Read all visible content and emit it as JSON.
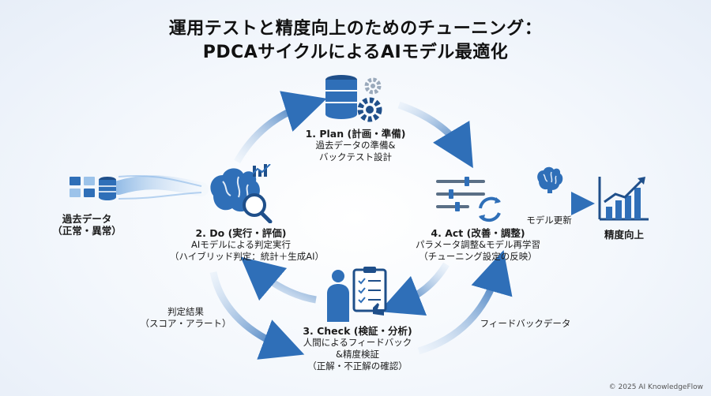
{
  "title": {
    "line1": "運用テストと精度向上のためのチューニング：",
    "line2": "PDCAサイクルによるAIモデル最適化"
  },
  "input_node": {
    "line1": "過去データ",
    "line2": "（正常・異常）"
  },
  "plan": {
    "title": "1. Plan (計画・準備)",
    "line1": "過去データの準備&",
    "line2": "バックテスト設計"
  },
  "do": {
    "title": "2. Do (実行・評価)",
    "line1": "AIモデルによる判定実行",
    "line2": "（ハイブリッド判定：統計＋生成AI）"
  },
  "check": {
    "title": "3. Check (検証・分析)",
    "line1": "人間によるフィードバック",
    "line2": "&精度検証",
    "line3": "（正解・不正解の確認）"
  },
  "act": {
    "title": "4. Act (改善・調整)",
    "line1": "パラメータ調整&モデル再学習",
    "line2": "（チューニング設定の反映）"
  },
  "edges": {
    "judgment_result": {
      "line1": "判定結果",
      "line2": "（スコア・アラート）"
    },
    "feedback_data": "フィードバックデータ",
    "model_update": "モデル更新"
  },
  "output_node": "精度向上",
  "copyright": "© 2025 AI KnowledgeFlow",
  "colors": {
    "accent": "#2f6fb8",
    "dark": "#1f4f8a",
    "arrow_light": "#d8e8f8"
  },
  "icons": [
    "database-gear-icon",
    "brain-search-icon",
    "clipboard-person-icon",
    "sliders-refresh-icon",
    "brain-icon",
    "growth-chart-icon",
    "data-blocks-icon"
  ]
}
